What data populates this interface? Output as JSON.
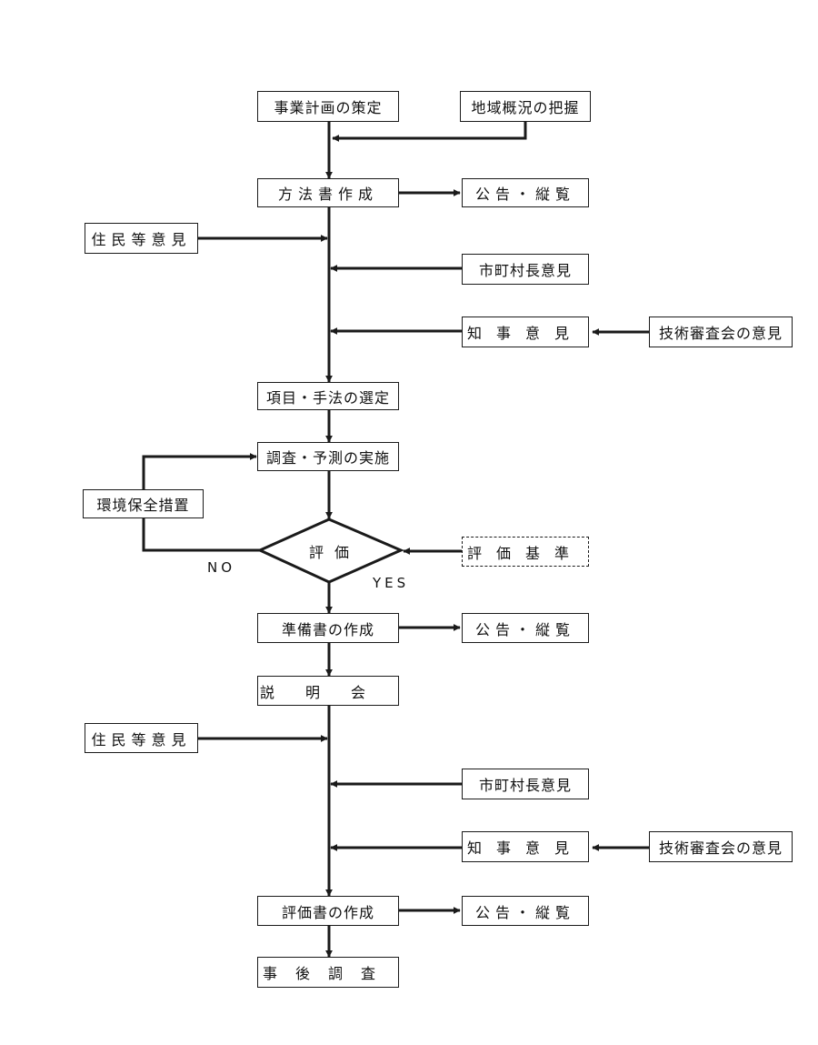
{
  "nodes": {
    "plan": "事業計画の策定",
    "regional_survey": "地域概況の把握",
    "method_doc": "方法書作成",
    "notice1": "公告・縦覧",
    "resident1": "住民等意見",
    "mayor1": "市町村長意見",
    "governor1": "知事意見",
    "tech1": "技術審査会の意見",
    "selection": "項目・手法の選定",
    "survey": "調査・予測の実施",
    "conservation": "環境保全措置",
    "evaluation": "評価",
    "criteria": "評価基準",
    "prep_doc": "準備書の作成",
    "notice2": "公告・縦覧",
    "briefing": "説明会",
    "resident2": "住民等意見",
    "mayor2": "市町村長意見",
    "governor2": "知事意見",
    "tech2": "技術審査会の意見",
    "eval_doc": "評価書の作成",
    "notice3": "公告・縦覧",
    "followup": "事後調査"
  },
  "labels": {
    "no": "NO",
    "yes": "YES"
  }
}
